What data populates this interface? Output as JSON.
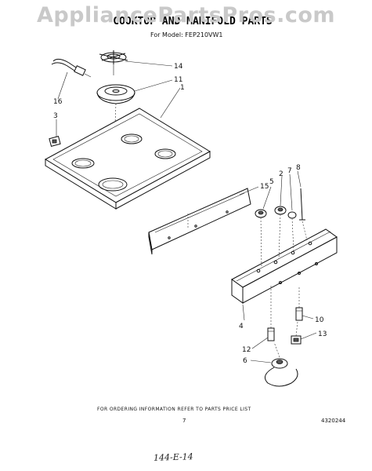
{
  "watermark": "AppliancePartsPros.com",
  "header": {
    "title": "COOKTOP AND MANIFOLD PARTS",
    "model_line": "For Model: FEP210VW1"
  },
  "callouts": [
    "14",
    "11",
    "1",
    "16",
    "3",
    "15",
    "5",
    "2",
    "7",
    "8",
    "4",
    "10",
    "12",
    "13",
    "6"
  ],
  "footer": {
    "ordering_note": "FOR ORDERING INFORMATION REFER TO PARTS PRICE LIST",
    "page_number": "7",
    "document_number": "4320244",
    "handwritten_note": "144-E-14"
  }
}
